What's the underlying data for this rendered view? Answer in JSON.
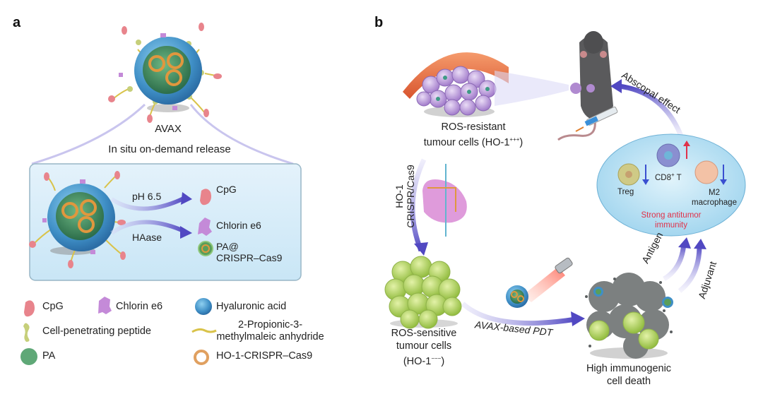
{
  "panel_a": {
    "label": "a",
    "particle_name": "AVAX",
    "release_title": "In situ on-demand release",
    "triggers": [
      {
        "label": "pH 6.5",
        "product": "CpG"
      },
      {
        "label": "HAase",
        "product": "Chlorin e6"
      }
    ],
    "extra_product_line1": "PA@",
    "extra_product_line2": "CRISPR–Cas9",
    "legend": [
      {
        "icon": "cpg-icon",
        "label": "CpG",
        "color": "#e8848c"
      },
      {
        "icon": "chlorin-e6-icon",
        "label": "Chlorin e6",
        "color": "#c48ad8"
      },
      {
        "icon": "hyaluronic-acid-icon",
        "label": "Hyaluronic acid",
        "color": "#4c94cf"
      },
      {
        "icon": "cell-penetrating-peptide-icon",
        "label": "Cell-penetrating peptide",
        "color": "#c6cf7a"
      },
      {
        "icon": "anhydride-icon",
        "label_line1": "2-Propionic-3-",
        "label_line2": "methylmaleic anhydride",
        "color": "#d9c34a"
      },
      {
        "icon": "pa-icon",
        "label": "PA",
        "color": "#4f9c6a"
      },
      {
        "icon": "crispr-cas9-icon",
        "label": "HO-1-CRISPR–Cas9",
        "color": "#e0a060"
      }
    ]
  },
  "panel_b": {
    "label": "b",
    "resistant_line1": "ROS-resistant",
    "resistant_line2": "tumour cells (HO-1",
    "resistant_sup": "+++",
    "resistant_close": ")",
    "crispr_line1": "HO-1",
    "crispr_line2": "CRISPR/Cas9",
    "sensitive_line1": "ROS-sensitive",
    "sensitive_line2": "tumour cells",
    "sensitive_line3": "(HO-1",
    "sensitive_sup": "−−−",
    "sensitive_close": ")",
    "pdt_label": "AVAX-based PDT",
    "death_line1": "High immunogenic",
    "death_line2": "cell death",
    "antigen_label": "Antigen",
    "adjuvant_label": "Adjuvant",
    "abscopal_label": "Abscopal effect",
    "immune": {
      "treg": {
        "label": "Treg",
        "trend": "down"
      },
      "cd8": {
        "label": "CD8",
        "sup": "+",
        "suffix": " T",
        "trend": "up"
      },
      "m2_line1": "M2",
      "m2_line2": "macrophage",
      "m2_trend": "down",
      "summary_line1": "Strong antitumor",
      "summary_line2": "immunity"
    },
    "colors": {
      "arrow": "#5b55c4",
      "up_arrow": "#e0324a",
      "down_arrow": "#3a4fd0",
      "summary_text": "#e0324a",
      "ellipse": "#b9e0f3"
    }
  }
}
